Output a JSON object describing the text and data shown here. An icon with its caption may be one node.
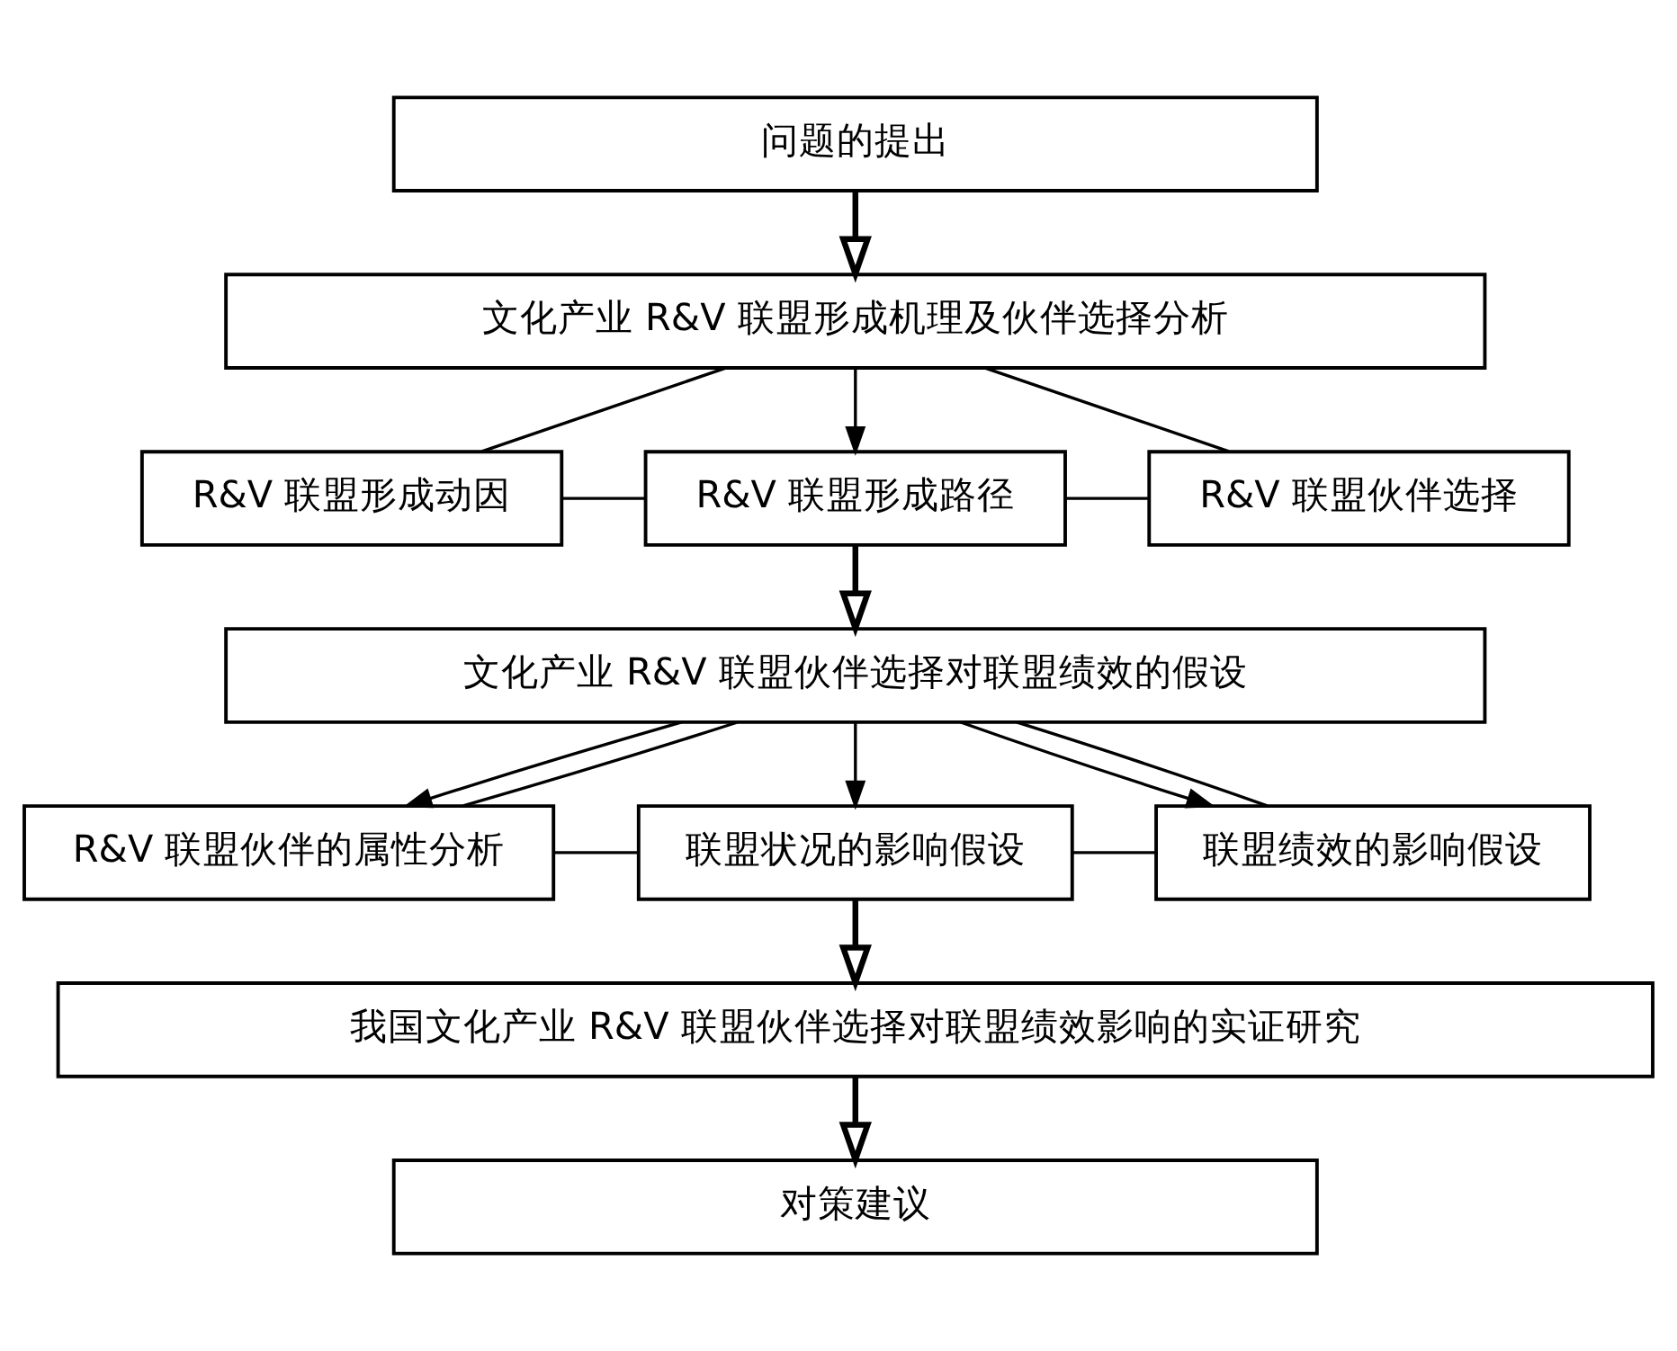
{
  "diagram": {
    "nodes": [
      {
        "text": [
          "问题的提出"
        ]
      },
      {
        "text": [
          "文化产业 R&V 联盟形成机理及伙伴选择分析"
        ]
      },
      {
        "text": [
          "R&V 联盟形成动因"
        ]
      },
      {
        "text": [
          "R&V 联盟形成路径"
        ]
      },
      {
        "text": [
          "R&V 联盟伙伴选择"
        ]
      },
      {
        "text": [
          "文化产业 R&V 联盟伙伴选择对联盟绩效的假设"
        ]
      },
      {
        "text": [
          "R&V 联盟伙伴的属性分析"
        ]
      },
      {
        "text": [
          "联盟状况的影响假设"
        ]
      },
      {
        "text": [
          "联盟绩效的影响假设"
        ]
      },
      {
        "text": [
          "我国文化产业 R&V 联盟伙伴选择对联盟绩效影响的实证研究"
        ]
      },
      {
        "text": [
          "对策建议"
        ]
      }
    ],
    "edges": [
      {
        "from": 0,
        "to": 1,
        "arrow": "to",
        "style": "thick"
      },
      {
        "from": 1,
        "to": 2,
        "arrow": "none"
      },
      {
        "from": 1,
        "to": 3,
        "arrow": "to"
      },
      {
        "from": 1,
        "to": 4,
        "arrow": "none"
      },
      {
        "from": 2,
        "to": 3,
        "arrow": "none"
      },
      {
        "from": 3,
        "to": 4,
        "arrow": "none"
      },
      {
        "from": 3,
        "to": 5,
        "arrow": "to",
        "style": "thick"
      },
      {
        "from": 5,
        "to": 6,
        "arrow": "to"
      },
      {
        "from": 5,
        "to": 7,
        "arrow": "to"
      },
      {
        "from": 5,
        "to": 8,
        "arrow": "to"
      },
      {
        "from": 5,
        "to": 6,
        "arrow": "none"
      },
      {
        "from": 5,
        "to": 8,
        "arrow": "none"
      },
      {
        "from": 6,
        "to": 7,
        "arrow": "none"
      },
      {
        "from": 7,
        "to": 8,
        "arrow": "none"
      },
      {
        "from": 7,
        "to": 9,
        "arrow": "to",
        "style": "thick"
      },
      {
        "from": 9,
        "to": 10,
        "arrow": "to",
        "style": "thick"
      }
    ]
  }
}
